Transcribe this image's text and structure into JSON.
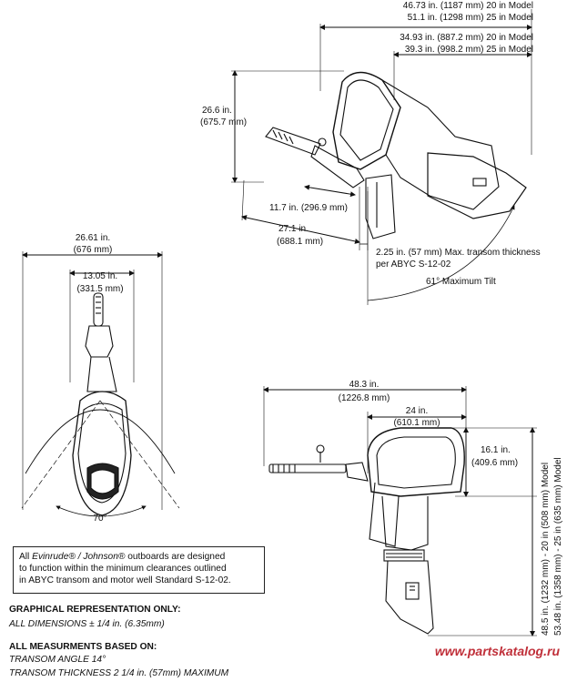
{
  "top_view": {
    "dim_overall_width": [
      "26.61 in.",
      "(676 mm)"
    ],
    "dim_tiller_width": [
      "13.05 in.",
      "(331.5 mm)"
    ],
    "steer_angle": "70°"
  },
  "tilt_view": {
    "dim_overall_20": "46.73 in. (1187 mm) 20 in Model",
    "dim_overall_25": "51.1 in. (1298 mm) 25 in Model",
    "dim_mid_20": "34.93 in. (887.2 mm) 20 in Model",
    "dim_mid_25": "39.3 in. (998.2 mm) 25 in Model",
    "dim_height": [
      "26.6 in.",
      "(675.7 mm)"
    ],
    "dim_short": "11.7 in. (296.9 mm)",
    "dim_reach": [
      "27.1 in.",
      "(688.1 mm)"
    ],
    "transom_thickness": [
      "2.25 in. (57 mm) Max. transom thickness",
      "per ABYC S-12-02"
    ],
    "max_tilt": "61° Maximum Tilt"
  },
  "side_view": {
    "dim_length": [
      "48.3 in.",
      "(1226.8 mm)"
    ],
    "dim_cowl": [
      "24 in.",
      "(610.1 mm)"
    ],
    "dim_cowl_height": [
      "16.1 in.",
      "(409.6 mm)"
    ],
    "dim_height_20": "48.5 in. (1232 mm) - 20 in (508 mm) Model",
    "dim_height_25": "53.48 in. (1358 mm) - 25 in (635 mm) Model"
  },
  "note": {
    "line1_pre": "All ",
    "line1_brand": "Evinrude® / Johnson®",
    "line1_post": " outboards are designed",
    "line2": "to function within the minimum clearances outlined",
    "line3": "in ABYC transom and motor well Standard S-12-02."
  },
  "footer": {
    "heading1": "GRAPHICAL REPRESENTATION ONLY:",
    "line1": "ALL DIMENSIONS ± 1/4 in. (6.35mm)",
    "heading2": "ALL MEASURMENTS BASED ON:",
    "line2": "TRANSOM ANGLE 14°",
    "line3": "TRANSOM THICKNESS 2 1/4 in. (57mm) MAXIMUM"
  },
  "watermark": "www.partskatalog.ru"
}
